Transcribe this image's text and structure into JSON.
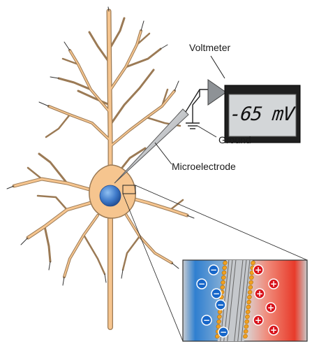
{
  "labels": {
    "voltmeter": "Voltmeter",
    "ground": "Ground",
    "microelectrode": "Microelectrode"
  },
  "display": {
    "reading": "-65 mV"
  },
  "membrane": {
    "inside_symbol": "−",
    "outside_symbol": "+"
  },
  "colors": {
    "neuron_fill": "#f6c58f",
    "neuron_outline": "#9b7a55",
    "nucleus": "#3d78c8",
    "inside_blue": "#2f7fd0",
    "outside_red": "#e83b2a",
    "lipid_head": "#f0a020",
    "lcd_bg": "#d3d6d8"
  }
}
